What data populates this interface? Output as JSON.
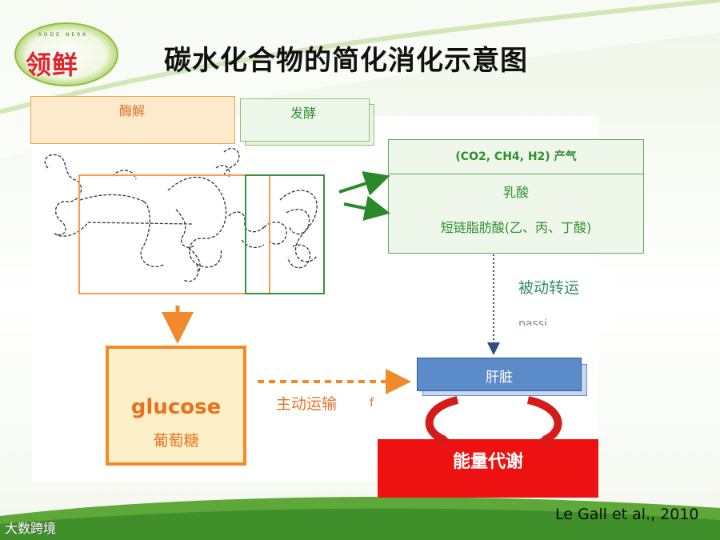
{
  "slide": {
    "title": "碳水化合物的简化消化示意图",
    "logo": {
      "text": "领鲜",
      "arc_text": "SODE NERK"
    },
    "citation": "Le Gall et al., 2010",
    "watermark": "大数跨境"
  },
  "diagram": {
    "enzymolysis_label": "酶解",
    "fermentation_label": "发酵",
    "products": {
      "gases": "(CO2, CH4, H2) 产气",
      "lactic_acid": "乳酸",
      "scfa": "短链脂肪酸(乙、丙、丁酸)"
    },
    "passive_transport": "被动转运",
    "passive_transport_faded": "passi",
    "glucose_en": "glucose",
    "glucose_zh": "葡萄糖",
    "active_transport": "主动运输",
    "active_transport_frag": "f",
    "liver": "肝脏",
    "energy_metabolism": "能量代谢"
  },
  "colors": {
    "orange": "#f08a2a",
    "green": "#2f8f2f",
    "liver_blue": "#5b8cc9",
    "energy_red": "#ee1111"
  }
}
